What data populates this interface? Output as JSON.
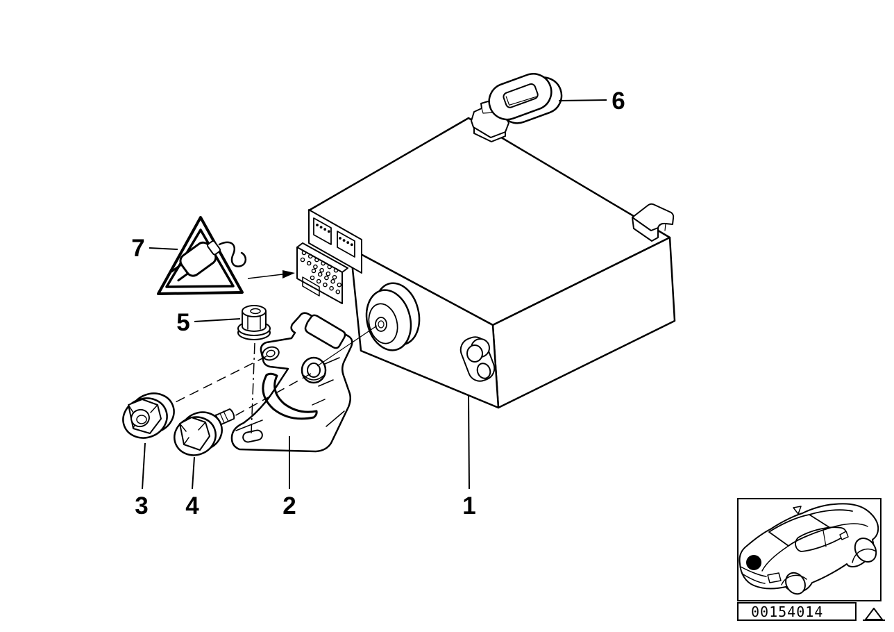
{
  "canvas": {
    "background": "#ffffff",
    "ink": "#000000"
  },
  "callouts": {
    "c1": "1",
    "c2": "2",
    "c3": "3",
    "c4": "4",
    "c5": "5",
    "c6": "6",
    "c7": "7"
  },
  "footer": {
    "image_id": "00154014"
  },
  "icons": {
    "warning_label_icon": "power-plug-warning-triangle",
    "direction_arrow_icon": "arrow-right",
    "footer_attention_icon": "attention-triangle",
    "thumbnail_icon": "car-three-quarter-front-view"
  }
}
